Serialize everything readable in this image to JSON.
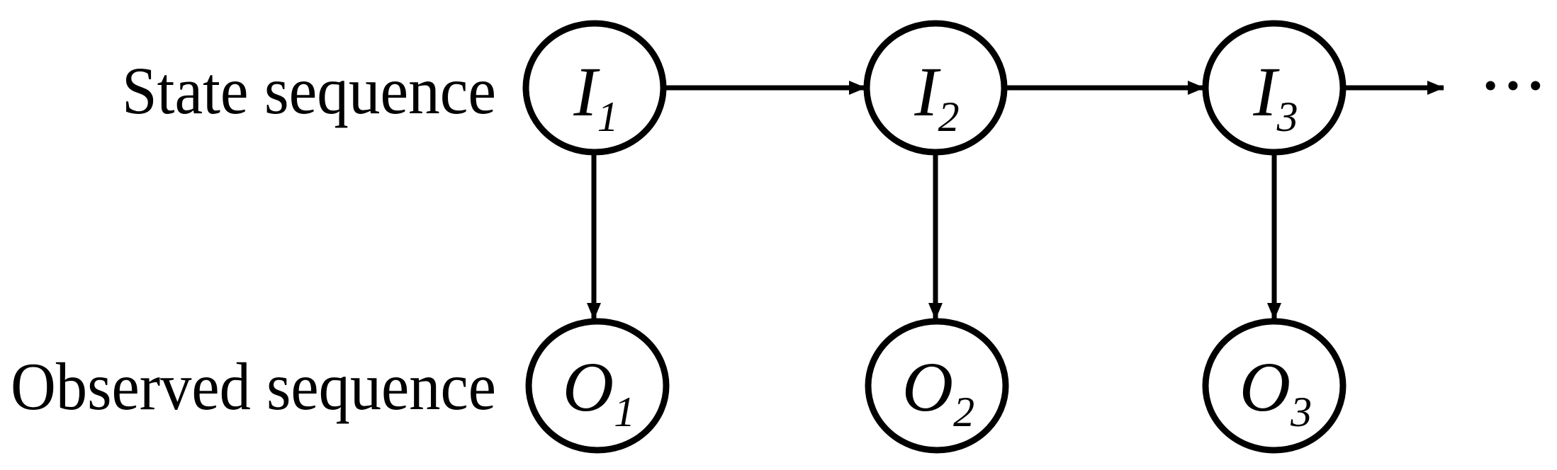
{
  "figure": {
    "background_color": "#ffffff",
    "line_color": "#000000",
    "rows": [
      {
        "label": "State sequence"
      },
      {
        "label": "Observed sequence"
      }
    ],
    "state_nodes": [
      {
        "base": "I",
        "sub": "1"
      },
      {
        "base": "I",
        "sub": "2"
      },
      {
        "base": "I",
        "sub": "3"
      }
    ],
    "observed_nodes": [
      {
        "base": "O",
        "sub": "1"
      },
      {
        "base": "O",
        "sub": "2"
      },
      {
        "base": "O",
        "sub": "3"
      }
    ],
    "ellipsis": "···"
  }
}
